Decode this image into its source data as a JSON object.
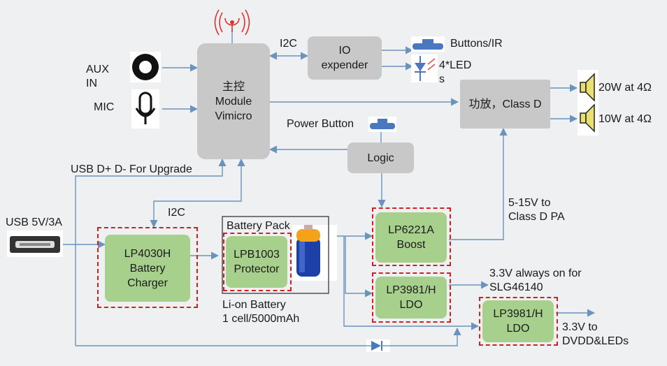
{
  "colors": {
    "wire": "#6a93bd",
    "dash": "#d21f1f",
    "gray_box": "#c8c8c8",
    "green_box": "#a8d08d",
    "background": "#eef0f1"
  },
  "labels": {
    "aux_in": "AUX\nIN",
    "mic": "MIC",
    "i2c_top": "I2C",
    "buttons_ir": "Buttons/IR",
    "leds": "4*LED\ns",
    "power_button": "Power Button",
    "usb_upgrade": "USB D+ D- For Upgrade",
    "i2c_mid": "I2C",
    "usb_power": "USB 5V/3A",
    "battery_pack": "Battery Pack",
    "li_on": "Li-on Battery\n1 cell/5000mAh",
    "pa_supply": "5-15V to\nClass D PA",
    "always_on": "3.3V always on for\nSLG46140",
    "dvdd": "3.3V to\nDVDD&LEDs",
    "speaker_20w": "20W at 4Ω",
    "speaker_10w": "10W at 4Ω"
  },
  "blocks": {
    "main_controller": "主控\nModule\nVimicro",
    "io_expander": "IO\nexpender",
    "amplifier": "功放，Class D",
    "logic": "Logic",
    "charger": "LP4030H\nBattery\nCharger",
    "protector": "LPB1003\nProtector",
    "boost": "LP6221A\nBoost",
    "ldo1": "LP3981/H\nLDO",
    "ldo2": "LP3981/H\nLDO"
  },
  "icons": [
    "antenna-icon",
    "aux-jack-icon",
    "microphone-icon",
    "push-button-icon",
    "led-diode-icon",
    "speaker-icon",
    "usb-port-icon",
    "battery-icon",
    "diode-icon"
  ]
}
